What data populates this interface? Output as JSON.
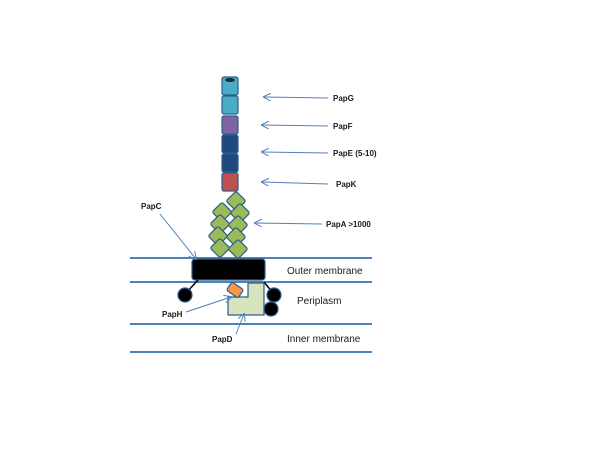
{
  "labels": {
    "papG": "PapG",
    "papF": "PapF",
    "papE": "PapE (5-10)",
    "papK": "PapK",
    "papA": "PapA >1000",
    "papC": "PapC",
    "papH": "PapH",
    "papD": "PapD"
  },
  "regions": {
    "outer": "Outer membrane",
    "periplasm": "Periplasm",
    "inner": "Inner membrane"
  },
  "colors": {
    "papG": "#4bacc6",
    "papF": "#8064a2",
    "papE": "#1f497d",
    "papK": "#c0504d",
    "papA": "#9bbb59",
    "papC": "#000000",
    "papH": "#f79646",
    "papD": "#d7e4bd",
    "membrane": "#4f81bd",
    "arrow": "#4f81bd"
  }
}
